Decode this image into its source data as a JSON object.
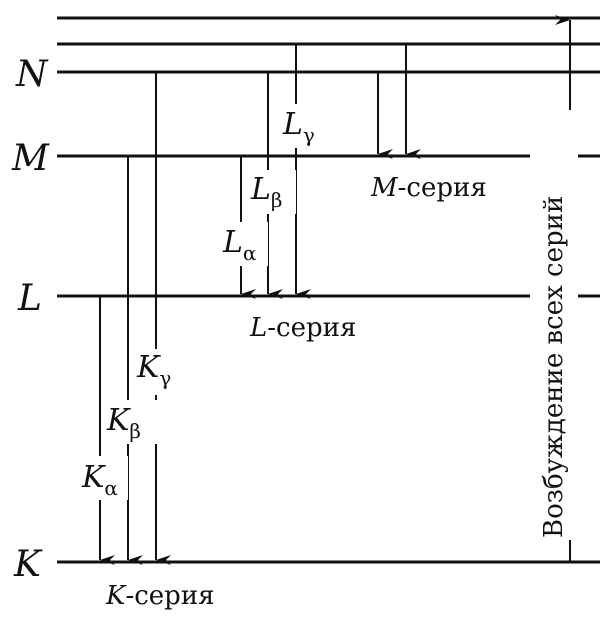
{
  "levels": {
    "K": "K",
    "L": "L",
    "M": "M",
    "N": "N"
  },
  "transitions": {
    "K_alpha": {
      "letter": "K",
      "sub": "α"
    },
    "K_beta": {
      "letter": "K",
      "sub": "β"
    },
    "K_gamma": {
      "letter": "K",
      "sub": "γ"
    },
    "L_alpha": {
      "letter": "L",
      "sub": "α"
    },
    "L_beta": {
      "letter": "L",
      "sub": "β"
    },
    "L_gamma": {
      "letter": "L",
      "sub": "γ"
    }
  },
  "series": {
    "K": {
      "letter": "K",
      "text": "-серия"
    },
    "L": {
      "letter": "L",
      "text": "-серия"
    },
    "M": {
      "letter": "M",
      "text": "-серия"
    }
  },
  "excitation_label": "Возбуждение всех серий"
}
